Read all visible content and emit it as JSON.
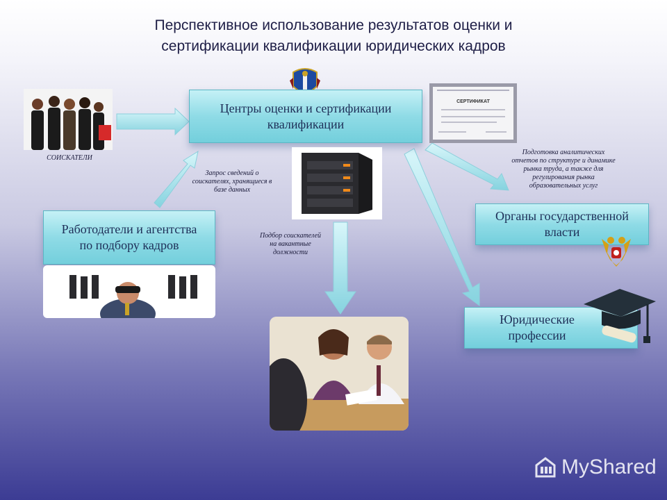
{
  "title_line1": "Перспективное использование результатов оценки и",
  "title_line2": "сертификации квалификации юридических кадров",
  "center_box": "Центры оценки и сертификации квалификации",
  "employers_box": "Работодатели и агентства по подбору кадров",
  "government_box": "Органы государственной власти",
  "legal_box": "Юридические профессии",
  "applicants_label": "СОИСКАТЕЛИ",
  "note_request": "Запрос сведений о соискателях, хранящиеся в базе данных",
  "note_selection": "Подбор соискателей на вакантные должности",
  "note_reports": "Подготовка аналитических отчетов по структуре и динамике рынка труда, а также для регулирования рынка образовательных услуг",
  "certificate_heading": "СЕРТИФИКАТ",
  "watermark": "MyShared",
  "colors": {
    "box_fill": "#8fdbe6",
    "arrow_fill": "#9de0ea",
    "background_bottom": "#3c3c94"
  },
  "icons": [
    "university-emblem-icon",
    "russian-coat-of-arms-icon",
    "graduation-cap-icon",
    "server-icon",
    "myshared-logo-icon"
  ]
}
